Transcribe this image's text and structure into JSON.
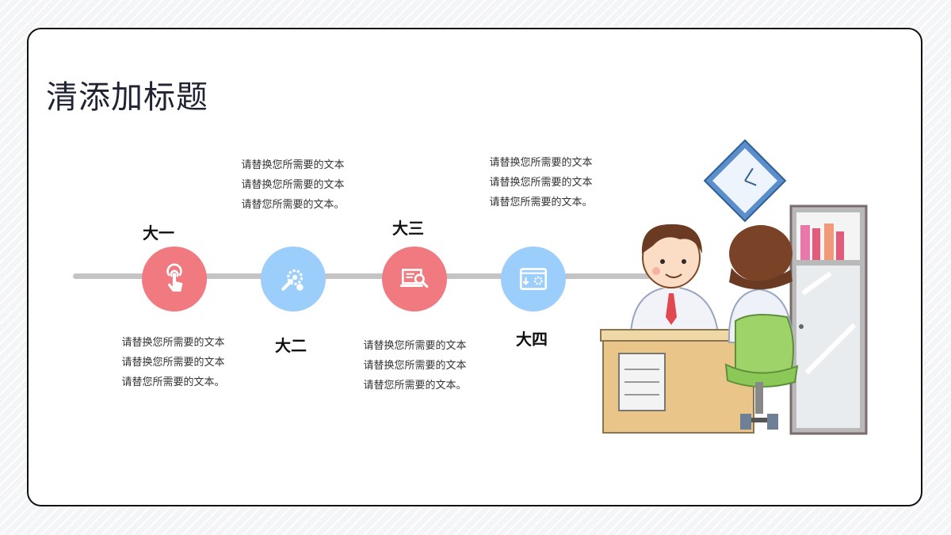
{
  "title": "清添加标题",
  "steps": [
    {
      "label": "大一",
      "text": "请替换您所需要的文本请替换您所需要的文本请替您所需要的文本。",
      "icon": "touch-icon",
      "color": "#f07a80"
    },
    {
      "label": "大二",
      "text": "请替换您所需要的文本请替换您所需要的文本请替您所需要的文本。",
      "icon": "wrench-gear-icon",
      "color": "#9ccefb"
    },
    {
      "label": "大三",
      "text": "请替换您所需要的文本请替换您所需要的文本请替您所需要的文本。",
      "icon": "laptop-search-icon",
      "color": "#f07a80"
    },
    {
      "label": "大四",
      "text": "请替换您所需要的文本请替换您所需要的文本请替您所需要的文本。",
      "icon": "browser-settings-icon",
      "color": "#9ccefb"
    }
  ],
  "colors": {
    "accent_red": "#f07a80",
    "accent_blue": "#9ccefb",
    "timeline": "#c4c4c4"
  },
  "illustration": "office-consultation-illustration"
}
